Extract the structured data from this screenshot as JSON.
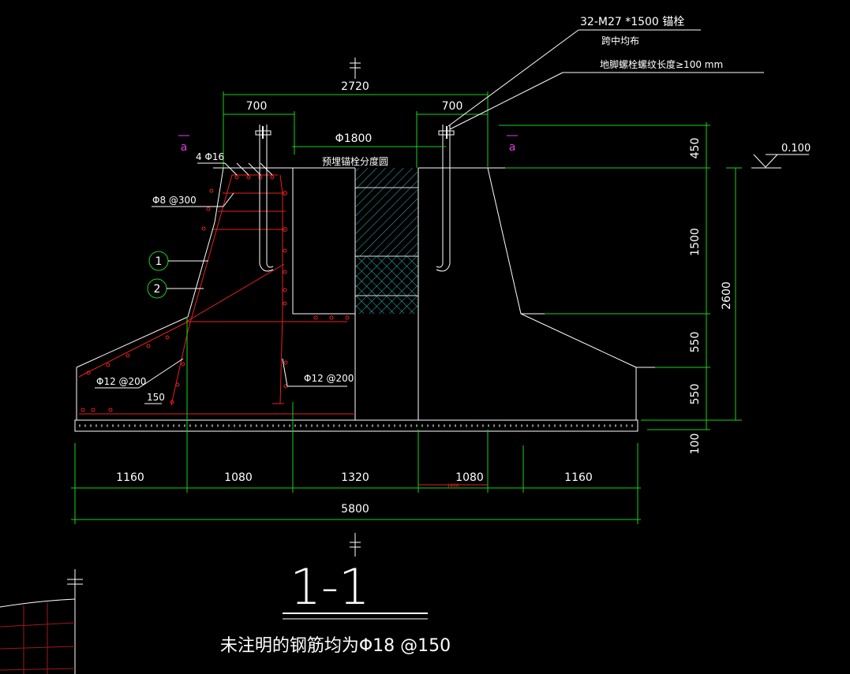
{
  "title": "1-1",
  "note": "未注明的钢筋均为Φ18 @150",
  "anchor_bolt": {
    "spec": "32-M27 *1500 锚栓",
    "distribution": "跨中均布",
    "thread_note": "地脚螺栓螺纹长度≥100 mm"
  },
  "pedestal_labels": {
    "circle_dia": "Φ1800",
    "embedded": "预埋锚栓分度圆"
  },
  "rebar_labels": {
    "top_bars": "4 Φ16",
    "stirrup": "Φ8 @300",
    "left_mesh": "Φ12 @200",
    "right_mesh": "Φ12 @200",
    "offset": "150"
  },
  "markers": {
    "section_left": "a",
    "section_right": "a",
    "item_1": "1",
    "item_2": "2"
  },
  "elevation": "0.100",
  "dims_top": {
    "total": "2720",
    "left": "700",
    "right": "700"
  },
  "dims_right": {
    "d450": "450",
    "d1500": "1500",
    "d550a": "550",
    "d550b": "550",
    "d100": "100",
    "d2600": "2600"
  },
  "dims_bottom": {
    "d1": "1160",
    "d2": "1080",
    "d3": "1320",
    "d4": "1080",
    "d5": "1160",
    "total": "5800",
    "small_mark": "1400"
  },
  "colors": {
    "background": "#000000",
    "outline": "#ffffff",
    "dimension": "#19d219",
    "rebar": "#e82020",
    "hatch": "#25c9c9"
  }
}
